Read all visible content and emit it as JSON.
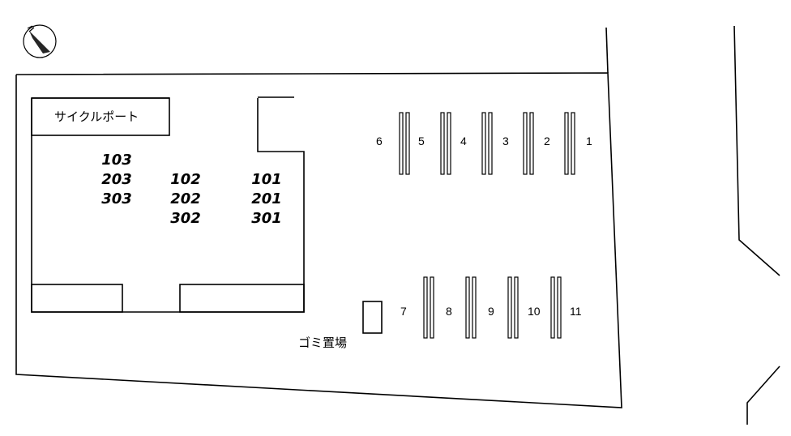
{
  "cycle_port_label": "サイクルポート",
  "garbage_label": "ゴミ置場",
  "units": {
    "col_left": [
      "103",
      "203",
      "303"
    ],
    "col_mid": [
      "102",
      "202",
      "302"
    ],
    "col_right": [
      "101",
      "201",
      "301"
    ]
  },
  "parking_numbers_top": [
    "6",
    "5",
    "4",
    "3",
    "2",
    "1"
  ],
  "parking_numbers_bottom": [
    "7",
    "8",
    "9",
    "10",
    "11"
  ],
  "compass": "north-arrow-icon"
}
